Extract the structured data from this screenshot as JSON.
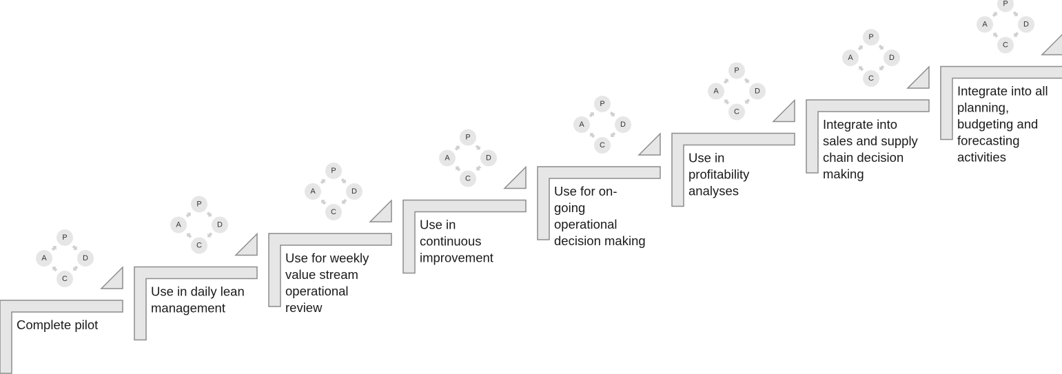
{
  "steps": [
    {
      "label": [
        "Complete pilot"
      ]
    },
    {
      "label": [
        "Use in daily lean",
        "management"
      ]
    },
    {
      "label": [
        "Use for weekly",
        "value stream",
        "operational",
        "review"
      ]
    },
    {
      "label": [
        "Use in",
        "continuous",
        "improvement"
      ]
    },
    {
      "label": [
        "Use for on-",
        "going",
        "operational",
        "decision making"
      ]
    },
    {
      "label": [
        "Use in",
        "profitability",
        "analyses"
      ]
    },
    {
      "label": [
        "Integrate into",
        "sales and supply",
        "chain decision",
        "making"
      ]
    },
    {
      "label": [
        "Integrate into all",
        "planning,",
        "budgeting and",
        "forecasting",
        "activities"
      ]
    }
  ],
  "cycle": {
    "plan": "P",
    "do": "D",
    "check": "C",
    "act": "A"
  },
  "colors": {
    "step_fill": "#e6e6e6",
    "step_stroke": "#8c8c8c",
    "circle_fill": "#e6e6e6",
    "arrow_fill": "#d0d0d0",
    "text": "#1a1a1a"
  }
}
